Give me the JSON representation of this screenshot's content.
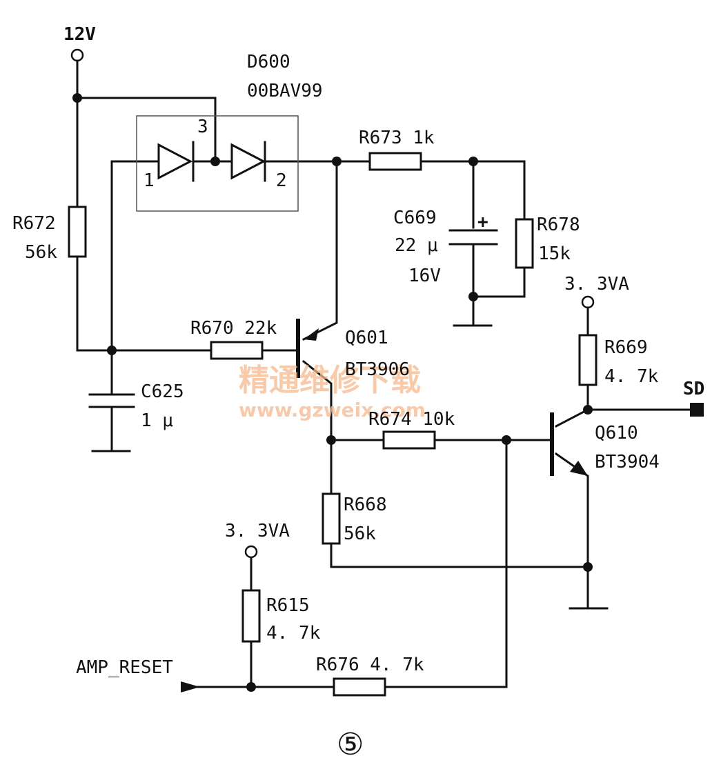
{
  "labels": {
    "v12": "12V",
    "v33a_top": "3. 3VA",
    "v33a_bottom": "3. 3VA",
    "d600_name": "D600",
    "d600_part": "00BAV99",
    "d600_pin3": "3",
    "d600_pin1": "1",
    "d600_pin2": "2",
    "r673": "R673  1k",
    "c669_name": "C669",
    "c669_value": "22 μ",
    "c669_voltage": "16V",
    "r678_name": "R678",
    "r678_value": "15k",
    "r672_name": "R672",
    "r672_value": "56k",
    "r670": "R670  22k",
    "q601_name": "Q601",
    "q601_part": "BT3906",
    "c625_name": "C625",
    "c625_value": "1 μ",
    "r674": "R674  10k",
    "r669_name": "R669",
    "r669_value": "4. 7k",
    "sd": "SD",
    "q610_name": "Q610",
    "q610_part": "BT3904",
    "r668_name": "R668",
    "r668_value": "56k",
    "r615_name": "R615",
    "r615_value": "4. 7k",
    "amp_reset": "AMP_RESET",
    "r676": "R676  4. 7k",
    "cap_plus": "+",
    "figure_number": "⑤"
  },
  "watermark": {
    "cn": "精通维修下载",
    "url": "www.gzweix.com"
  },
  "colors": {
    "ink": "#111111",
    "watermark": "#f6b98e"
  }
}
